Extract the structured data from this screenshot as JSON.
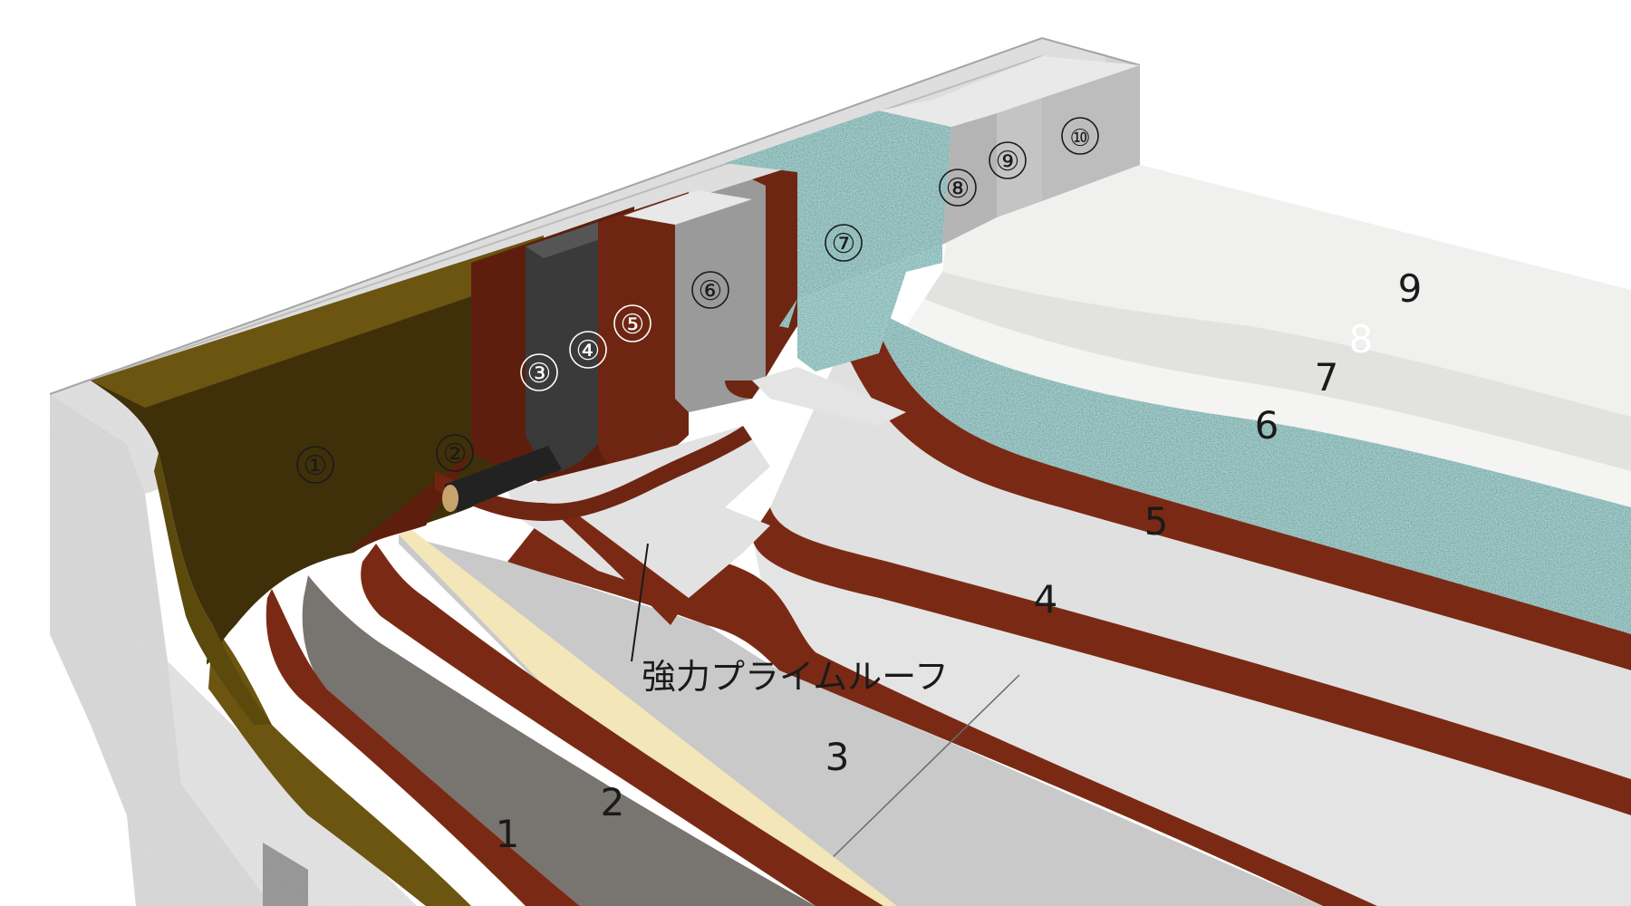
{
  "diagram": {
    "callout_label": "強力プライムルーフ",
    "parapet_labels": [
      "①",
      "②",
      "③",
      "④",
      "⑤",
      "⑥",
      "⑦",
      "⑧",
      "⑨",
      "⑩"
    ],
    "roof_labels": [
      "1",
      "2",
      "3",
      "4",
      "5",
      "6",
      "7",
      "8",
      "9"
    ]
  }
}
